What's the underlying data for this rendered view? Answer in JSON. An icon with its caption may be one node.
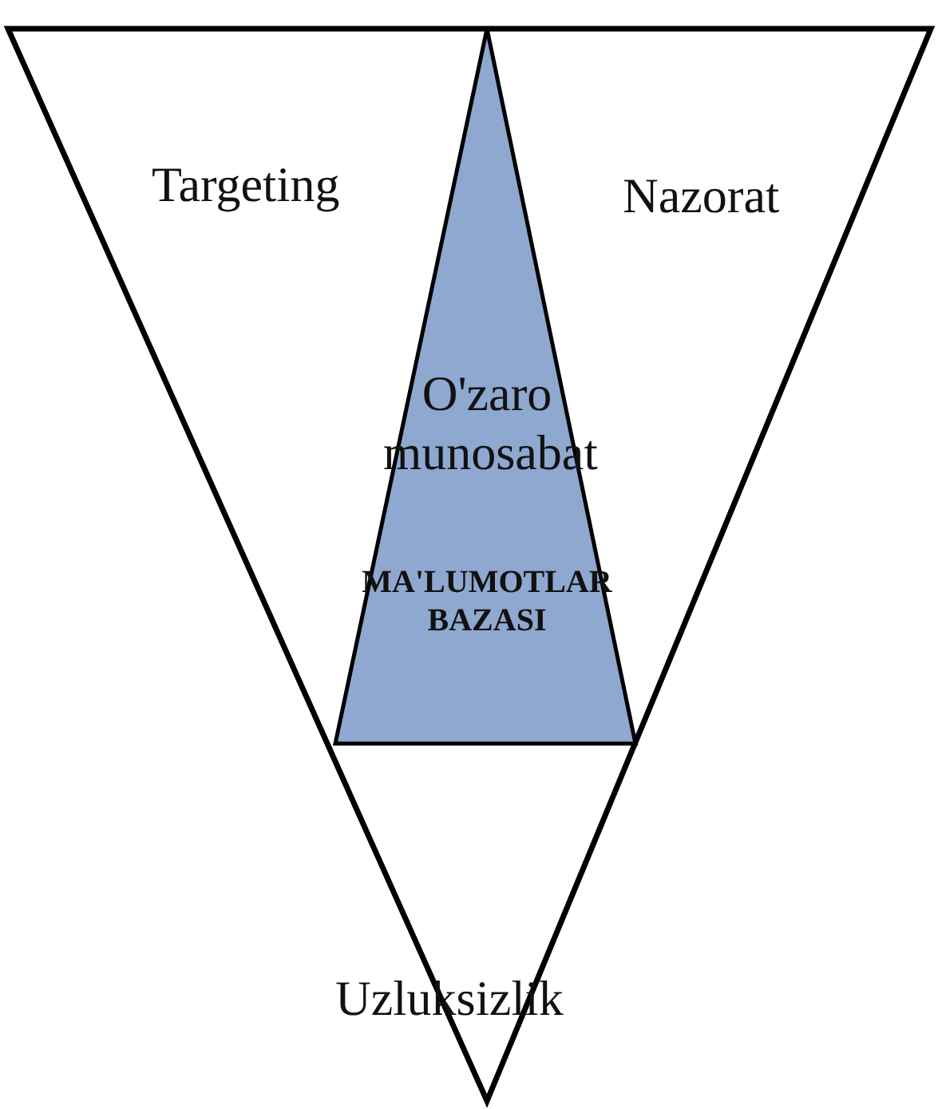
{
  "diagram": {
    "nodes": [
      {
        "text": [
          "O'zaro munosabat",
          "MA'LUMOTLAR BAZASI"
        ]
      }
    ],
    "edges": [],
    "labels": [
      "Targeting",
      "Nazorat",
      "Uzluksizlik"
    ]
  }
}
